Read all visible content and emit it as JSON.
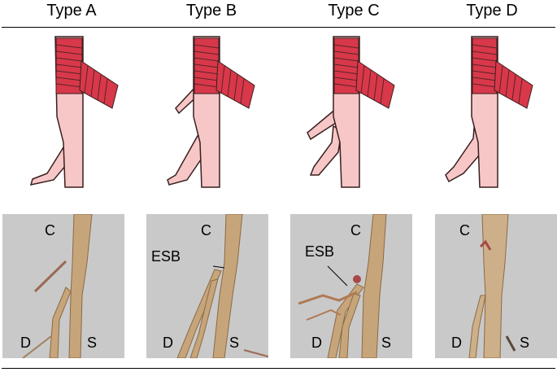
{
  "columns": [
    {
      "title": "Type A"
    },
    {
      "title": "Type B"
    },
    {
      "title": "Type C"
    },
    {
      "title": "Type D"
    }
  ],
  "panels": [
    {
      "top_label": "C",
      "left_label": "D",
      "right_label": "S",
      "callout": ""
    },
    {
      "top_label": "C",
      "left_label": "D",
      "right_label": "S",
      "callout": "ESB"
    },
    {
      "top_label": "C",
      "left_label": "D",
      "right_label": "S",
      "callout": "ESB"
    },
    {
      "top_label": "C",
      "left_label": "D",
      "right_label": "S",
      "callout": ""
    }
  ],
  "colors": {
    "vessel_fill": "#f7c7c7",
    "vessel_outline": "#3a1f1f",
    "clamp_fill": "#d8384a",
    "ct_background": "#c9c9c9",
    "ct_vessel": "#c7a57a"
  }
}
